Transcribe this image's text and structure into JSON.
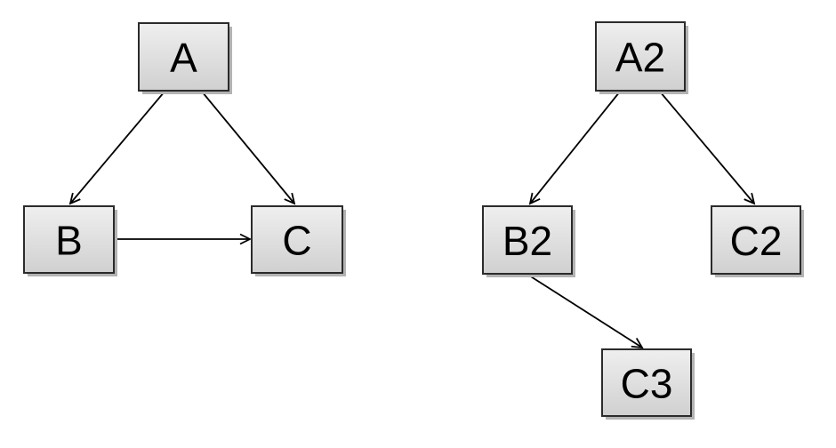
{
  "diagram": {
    "background_color": "#ffffff",
    "node_style": {
      "fill_gradient_top": "#efefef",
      "fill_gradient_bottom": "#d0d0d0",
      "border_color": "#2b2b2b",
      "shadow_color": "#b3b3b3",
      "label_color": "#000000"
    },
    "edge_style": {
      "line_color": "#000000",
      "arrowhead": "open-v"
    },
    "graphs": [
      {
        "name": "left-graph",
        "nodes": [
          {
            "id": "A",
            "label": "A"
          },
          {
            "id": "B",
            "label": "B"
          },
          {
            "id": "C",
            "label": "C"
          }
        ],
        "edges": [
          {
            "from": "A",
            "to": "B"
          },
          {
            "from": "A",
            "to": "C"
          },
          {
            "from": "B",
            "to": "C"
          }
        ]
      },
      {
        "name": "right-graph",
        "nodes": [
          {
            "id": "A2",
            "label": "A2"
          },
          {
            "id": "B2",
            "label": "B2"
          },
          {
            "id": "C2",
            "label": "C2"
          },
          {
            "id": "C3",
            "label": "C3"
          }
        ],
        "edges": [
          {
            "from": "A2",
            "to": "B2"
          },
          {
            "from": "A2",
            "to": "C2"
          },
          {
            "from": "B2",
            "to": "C3"
          }
        ]
      }
    ]
  }
}
